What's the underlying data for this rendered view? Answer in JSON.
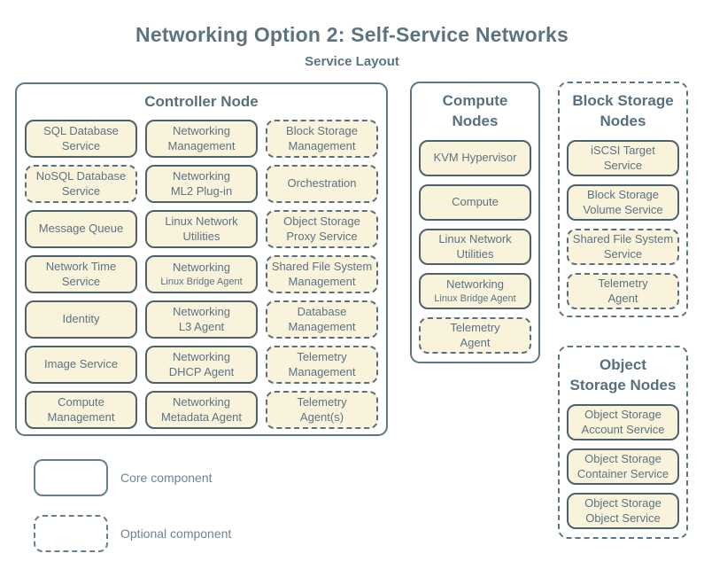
{
  "title": "Networking Option 2: Self-Service Networks",
  "subtitle": "Service Layout",
  "colors": {
    "service_fill": "#f9f3dc",
    "service_border": "#4e626c",
    "node_border": "#5e7683",
    "heading_text": "#56707e",
    "service_text": "#5b7383",
    "legend_text": "#6e8393"
  },
  "controller": {
    "title": "Controller Node",
    "services": [
      {
        "line1": "SQL Database",
        "line2": "Service",
        "type": "core"
      },
      {
        "line1": "Networking",
        "line2": "Management",
        "type": "core"
      },
      {
        "line1": "Block Storage",
        "line2": "Management",
        "type": "optional"
      },
      {
        "line1": "NoSQL Database",
        "line2": "Service",
        "type": "optional"
      },
      {
        "line1": "Networking",
        "line2": "ML2 Plug-in",
        "type": "core"
      },
      {
        "line1": "Orchestration",
        "type": "optional"
      },
      {
        "line1": "Message Queue",
        "type": "core"
      },
      {
        "line1": "Linux Network",
        "line2": "Utilities",
        "type": "core"
      },
      {
        "line1": "Object Storage",
        "line2": "Proxy Service",
        "type": "optional"
      },
      {
        "line1": "Network Time",
        "line2": "Service",
        "type": "core"
      },
      {
        "line1": "Networking",
        "line2": "Linux Bridge Agent",
        "type": "core"
      },
      {
        "line1": "Shared File System",
        "line2": "Management",
        "type": "optional"
      },
      {
        "line1": "Identity",
        "type": "core"
      },
      {
        "line1": "Networking",
        "line2": "L3 Agent",
        "type": "core"
      },
      {
        "line1": "Database",
        "line2": "Management",
        "type": "optional"
      },
      {
        "line1": "Image Service",
        "type": "core"
      },
      {
        "line1": "Networking",
        "line2": "DHCP Agent",
        "type": "core"
      },
      {
        "line1": "Telemetry",
        "line2": "Management",
        "type": "optional"
      },
      {
        "line1": "Compute",
        "line2": "Management",
        "type": "core"
      },
      {
        "line1": "Networking",
        "line2": "Metadata Agent",
        "type": "core"
      },
      {
        "line1": "Telemetry",
        "line2": "Agent(s)",
        "type": "optional"
      }
    ]
  },
  "compute": {
    "title_line1": "Compute",
    "title_line2": "Nodes",
    "services": [
      {
        "line1": "KVM Hypervisor",
        "type": "core"
      },
      {
        "line1": "Compute",
        "type": "core"
      },
      {
        "line1": "Linux Network",
        "line2": "Utilities",
        "type": "core"
      },
      {
        "line1": "Networking",
        "line2": "Linux Bridge Agent",
        "type": "core"
      },
      {
        "line1": "Telemetry",
        "line2": "Agent",
        "type": "optional"
      }
    ]
  },
  "block_storage": {
    "title_line1": "Block Storage",
    "title_line2": "Nodes",
    "services": [
      {
        "line1": "iSCSI Target",
        "line2": "Service",
        "type": "core"
      },
      {
        "line1": "Block Storage",
        "line2": "Volume Service",
        "type": "core"
      },
      {
        "line1": "Shared File System",
        "line2": "Service",
        "type": "optional"
      },
      {
        "line1": "Telemetry",
        "line2": "Agent",
        "type": "optional"
      }
    ]
  },
  "object_storage": {
    "title_line1": "Object",
    "title_line2": "Storage Nodes",
    "services": [
      {
        "line1": "Object Storage",
        "line2": "Account Service",
        "type": "core"
      },
      {
        "line1": "Object Storage",
        "line2": "Container Service",
        "type": "core"
      },
      {
        "line1": "Object Storage",
        "line2": "Object Service",
        "type": "core"
      }
    ]
  },
  "legend": {
    "core_label": "Core component",
    "optional_label": "Optional component"
  }
}
